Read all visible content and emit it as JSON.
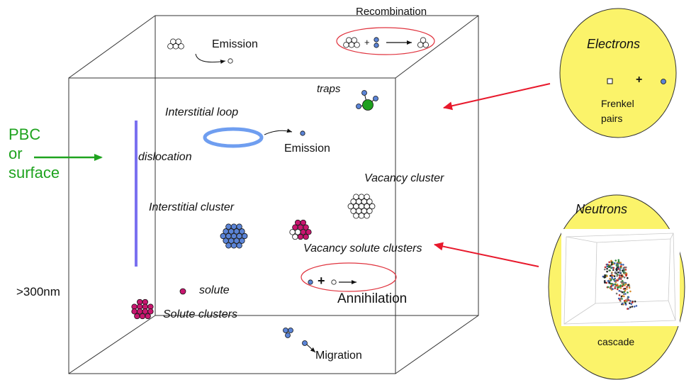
{
  "labels": {
    "recombination": "Recombination",
    "emission_top": "Emission",
    "traps": "traps",
    "interstitial_loop": "Interstitial loop",
    "emission_loop": "Emission",
    "dislocation": "dislocation",
    "vacancy_cluster": "Vacancy cluster",
    "interstitial_cluster": "Interstitial cluster",
    "vacancy_solute_clusters": "Vacancy solute clusters",
    "solute": "solute",
    "solute_clusters": "Solute clusters",
    "annihilation": "Annihilation",
    "migration": "Migration",
    "size": ">300nm"
  },
  "pbc": {
    "line1": "PBC",
    "line2": "or",
    "line3": "surface"
  },
  "electrons": {
    "title": "Electrons",
    "frenkel_line1": "Frenkel",
    "frenkel_line2": "pairs",
    "plus": "+"
  },
  "neutrons": {
    "title": "Neutrons",
    "caption": "cascade"
  },
  "reactions": {
    "plus": "+"
  },
  "colors": {
    "vacancy": "#ffffff",
    "interstitial": "#5b84d6",
    "solute": "#c8166f",
    "trap": "#1ea01e",
    "loop": "#6f9ef0",
    "dislocation": "#7a70f0",
    "pbc_green": "#1fa31f",
    "source_fill": "#fbf36a",
    "red_arrow": "#e8192c",
    "red_ellipse": "#e0343f"
  },
  "icons": [
    "arrow-left-icon",
    "arrow-right-icon",
    "curved-arrow-icon"
  ]
}
